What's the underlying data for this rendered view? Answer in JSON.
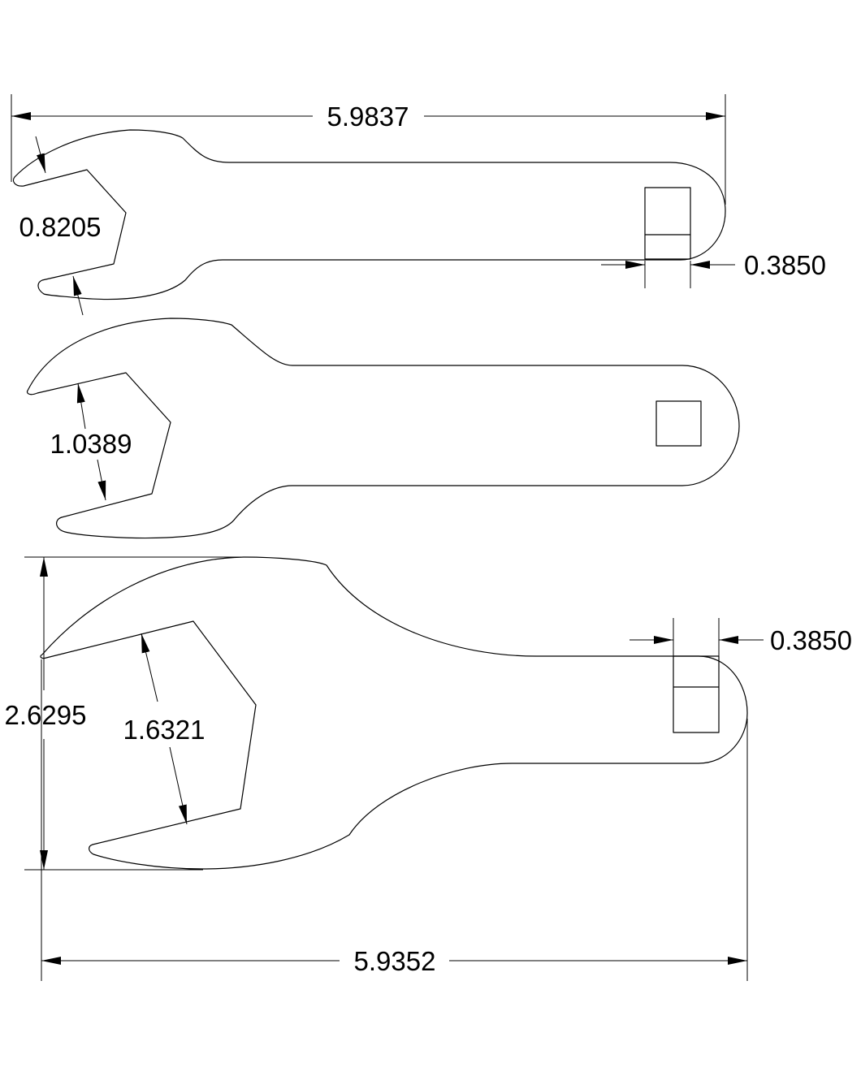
{
  "dimensions": {
    "top_overall_length": "5.9837",
    "top_jaw_opening": "0.8205",
    "top_square_width": "0.3850",
    "middle_jaw_opening": "1.0389",
    "bottom_jaw_opening": "1.6321",
    "bottom_overall_height": "2.6295",
    "bottom_square_width": "0.3850",
    "bottom_overall_length": "5.9352"
  }
}
